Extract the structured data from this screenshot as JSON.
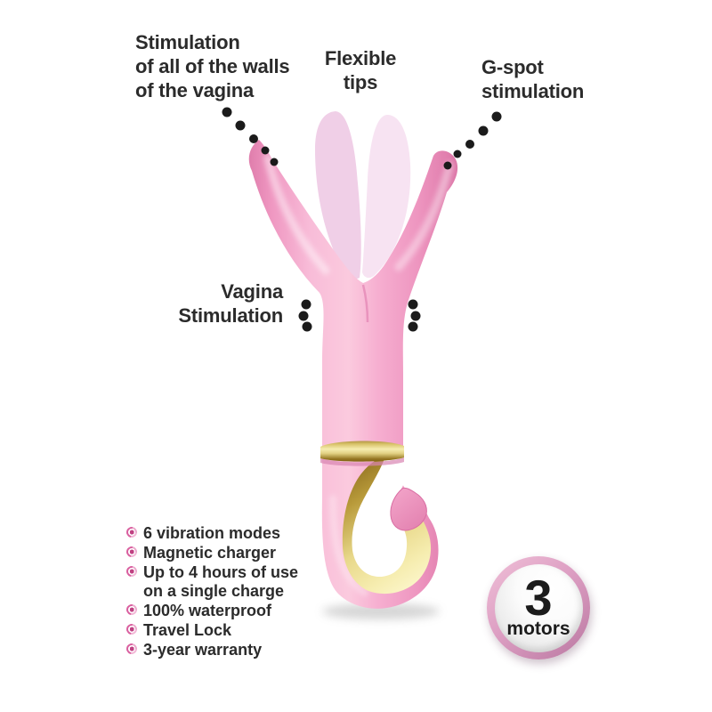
{
  "callouts": {
    "walls": {
      "line1": "Stimulation",
      "line2": "of all of the walls",
      "line3": "of the vagina"
    },
    "flexible_tips": {
      "line1": "Flexible",
      "line2": "tips"
    },
    "g_spot": {
      "line1": "G-spot",
      "line2": "stimulation"
    },
    "vagina": {
      "line1": "Vagina",
      "line2": "Stimulation"
    }
  },
  "features": {
    "items": [
      "6 vibration modes",
      "Magnetic charger",
      "Up to 4 hours of use on a single charge",
      "100% waterproof",
      "Travel Lock",
      "3-year warranty"
    ]
  },
  "badge": {
    "value": "3",
    "label": "motors"
  },
  "colors": {
    "text": "#2b2b2b",
    "dot": "#1b1b1b",
    "body_pink": "#f19ac4",
    "body_pink_dark": "#db74a6",
    "body_pink_light": "#fbcade",
    "petal_left": "#f0cfe7",
    "petal_right": "#f7e3f2",
    "gold_light": "#f6edb0",
    "gold_dark": "#8a6a1c",
    "badge_ring": "#dd9fc3"
  }
}
